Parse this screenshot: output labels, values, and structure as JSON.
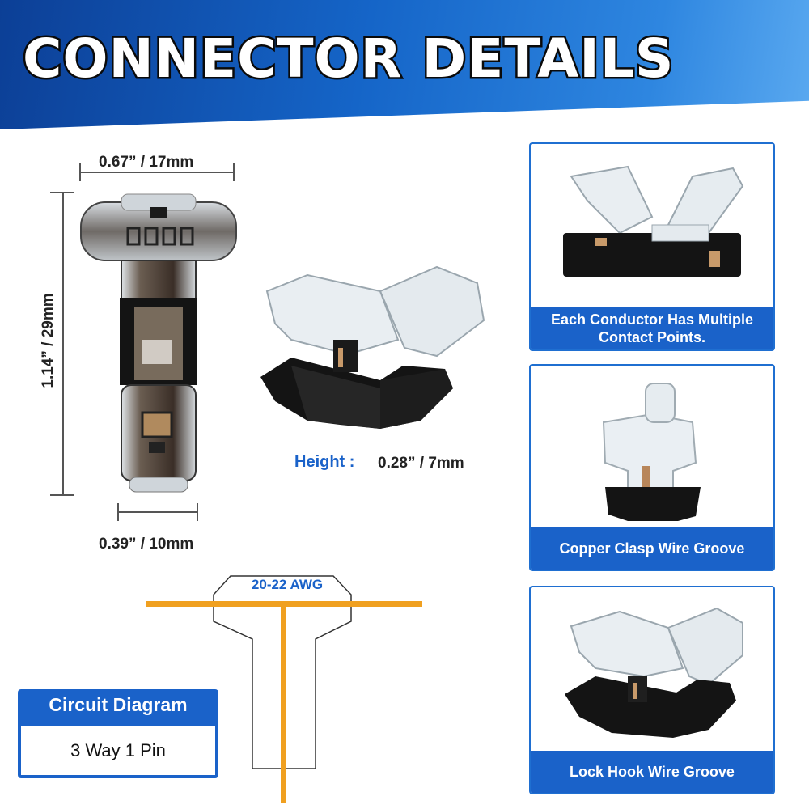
{
  "header": {
    "title": "CONNECTOR DETAILS"
  },
  "dimensions": {
    "width": "0.67” / 17mm",
    "length": "1.14” / 29mm",
    "bottom_width": "0.39” / 10mm",
    "height_label": "Height :",
    "height_value": "0.28” / 7mm"
  },
  "features": [
    {
      "caption": "Each Conductor Has Multiple Contact Points."
    },
    {
      "caption": "Copper Clasp Wire Groove"
    },
    {
      "caption": "Lock  Hook  Wire Groove"
    }
  ],
  "diagram": {
    "wire_gauge": "20-22 AWG",
    "title": "Circuit Diagram",
    "subtitle": "3 Way 1 Pin"
  },
  "colors": {
    "brand_blue": "#1a62c9",
    "wire_orange": "#f0a020",
    "connector_black": "#141414",
    "clear_plastic": "#e8eef2"
  }
}
